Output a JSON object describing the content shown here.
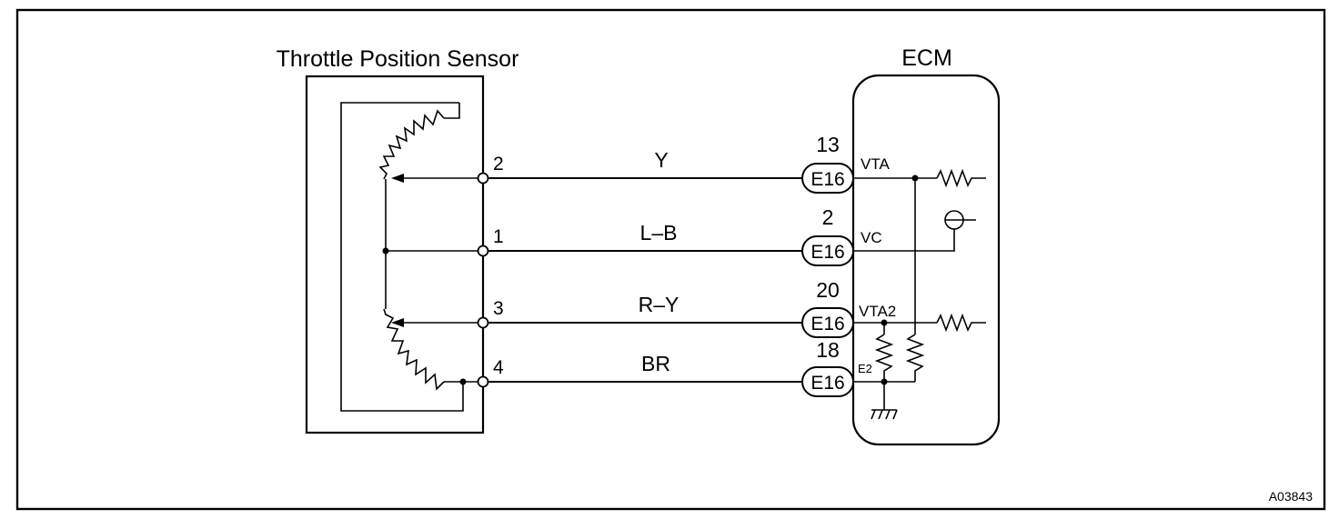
{
  "sensor": {
    "title": "Throttle Position Sensor"
  },
  "ecm": {
    "title": "ECM",
    "ground_label": "E2"
  },
  "connector_name": "E16",
  "wires": [
    {
      "sensor_pin": "2",
      "color": "Y",
      "ecm_pin": "13",
      "signal": "VTA"
    },
    {
      "sensor_pin": "1",
      "color": "L–B",
      "ecm_pin": "2",
      "signal": "VC"
    },
    {
      "sensor_pin": "3",
      "color": "R–Y",
      "ecm_pin": "20",
      "signal": "VTA2"
    },
    {
      "sensor_pin": "4",
      "color": "BR",
      "ecm_pin": "18",
      "signal": ""
    }
  ],
  "figure_id": "A03843"
}
